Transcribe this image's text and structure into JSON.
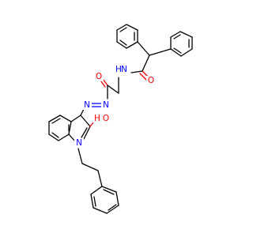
{
  "molecule": {
    "atom_colors": {
      "O": "#ff0000",
      "N": "#0000ff",
      "C": "#000000"
    },
    "labels": {
      "amide_nh": "N",
      "amide_h": "H",
      "amide_o": "O",
      "acyl_o": "O",
      "azo_n1": "N",
      "azo_n2": "N",
      "enol_o": "O",
      "enol_h": "H",
      "indole_n": "N"
    }
  }
}
